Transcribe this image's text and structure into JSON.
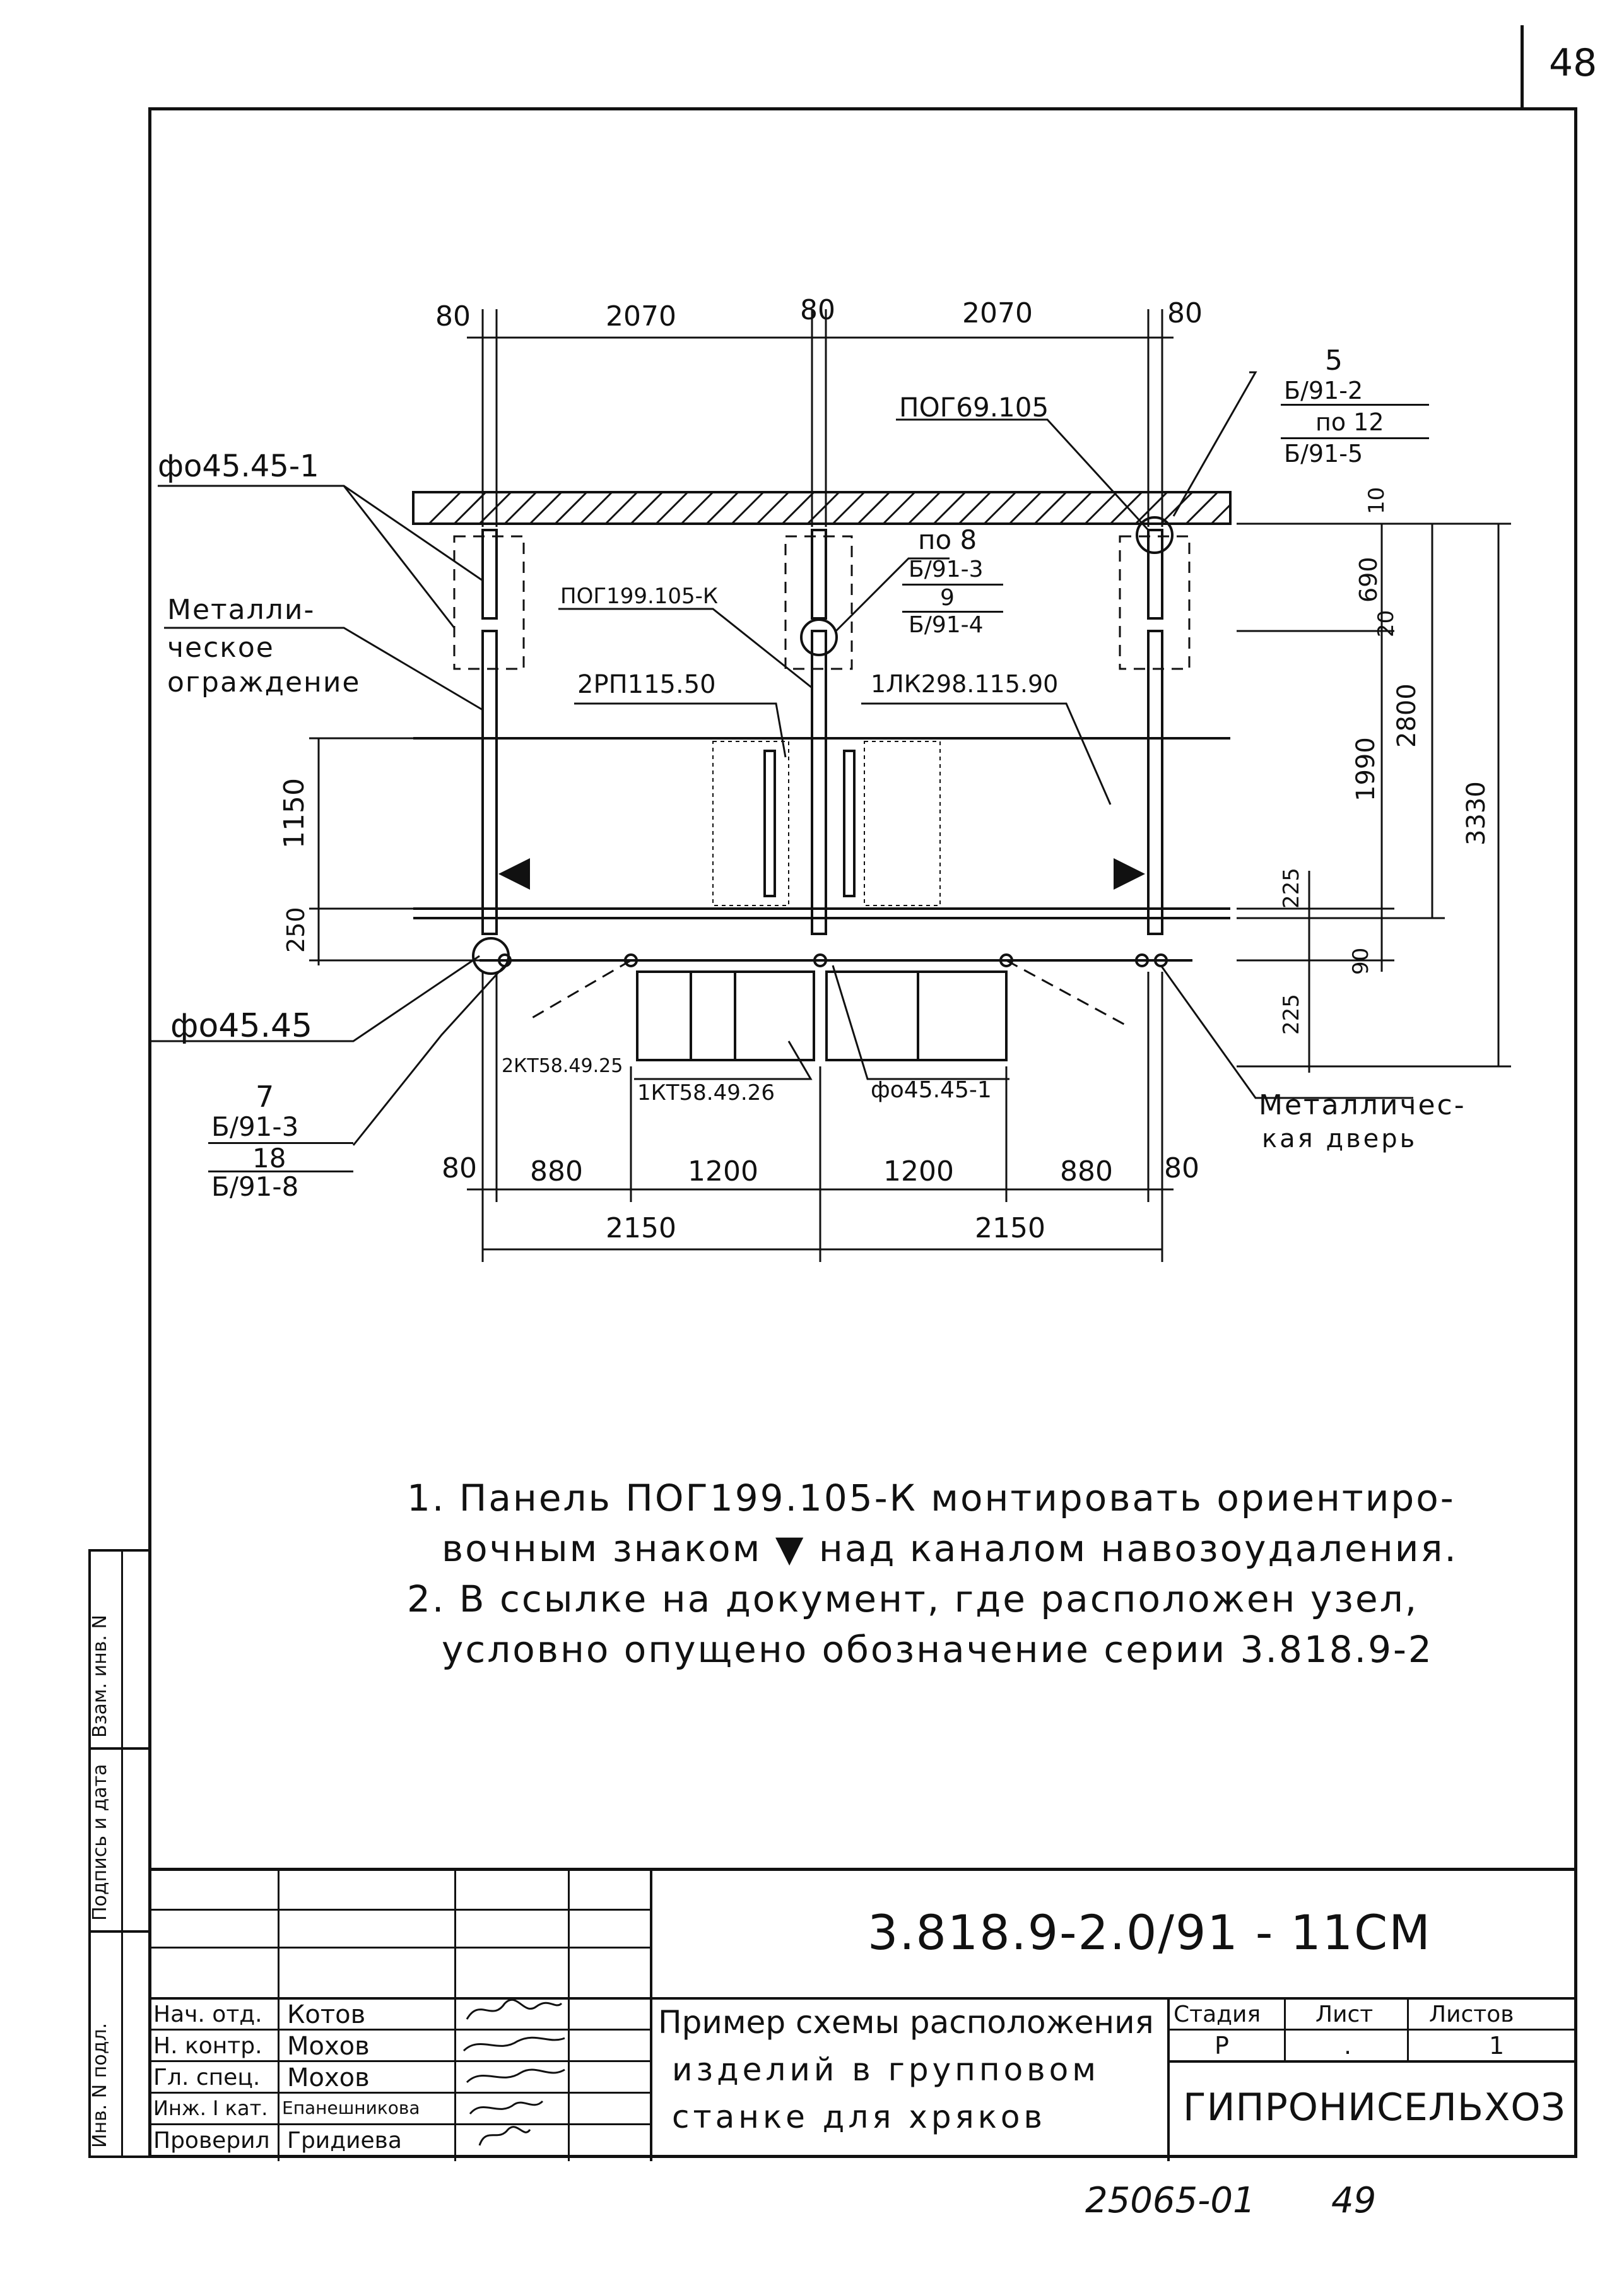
{
  "sheet_number_top": "48",
  "drawing": {
    "dims_top": [
      "80",
      "2070",
      "80",
      "2070",
      "80"
    ],
    "dims_bottom_row1": [
      "80",
      "880",
      "1200",
      "1200",
      "880",
      "80"
    ],
    "dims_bottom_row2": [
      "2150",
      "2150"
    ],
    "dims_right": [
      "10",
      "690",
      "20",
      "1990",
      "2800",
      "3330",
      "225",
      "90",
      "225"
    ],
    "dims_left": [
      "1150",
      "250"
    ],
    "labels": {
      "fo45_45_1_top": "фо45.45-1",
      "metal_fence": [
        "Металли-",
        "ческое",
        "ограждение"
      ],
      "pog199": "ПОГ199.105-К",
      "rp115": "2РП115.50",
      "lk298": "1ЛК298.115.90",
      "pog69": "ПОГ69.105",
      "ref5_num": "5",
      "ref5_top": "Б/91-2",
      "ref5_mid": "по 12",
      "ref5_bot": "Б/91-5",
      "ref8_num": "по 8",
      "ref8_top": "Б/91-3",
      "ref8_mid": "9",
      "ref8_bot": "Б/91-4",
      "fo45_45": "фо45.45",
      "ref7_num": "7",
      "ref7_top": "Б/91-3",
      "ref7_mid": "18",
      "ref7_bot": "Б/91-8",
      "kt58_2": "2КТ58.49.25",
      "kt58_1": "1КТ58.49.26",
      "fo45_45_1_bot": "фо45.45-1",
      "metal_door": [
        "Металличес-",
        "кая дверь"
      ]
    }
  },
  "notes": [
    [
      "1. Панель ПОГ199.105-К монтировать ориентиро-",
      "вочным знаком ▼ над каналом навозоудаления."
    ],
    [
      "2. В ссылке на документ, где расположен узел,",
      "условно опущено обозначение серии 3.818.9-2"
    ]
  ],
  "side_stamp": [
    "Инв. N подл.",
    "Подпись и дата",
    "Взам. инв. N"
  ],
  "title_block": {
    "code": "3.818.9-2.0/91 - 11СМ",
    "title": [
      "Пример схемы расположения",
      "изделий в групповом",
      "станке для хряков"
    ],
    "roles": [
      "Нач. отд.",
      "Н. контр.",
      "Гл. спец.",
      "Инж. I кат.",
      "Проверил"
    ],
    "names": [
      "Котов",
      "Мохов",
      "Мохов",
      "Епанешникова",
      "Гридиева"
    ],
    "stage_header": "Стадия",
    "sheet_header": "Лист",
    "sheets_header": "Листов",
    "stage_value": "Р",
    "sheet_value": ".",
    "sheets_value": "1",
    "org": "ГИПРОНИСЕЛЬХОЗ"
  },
  "footer": {
    "archive_no": "25065-01",
    "page": "49"
  }
}
